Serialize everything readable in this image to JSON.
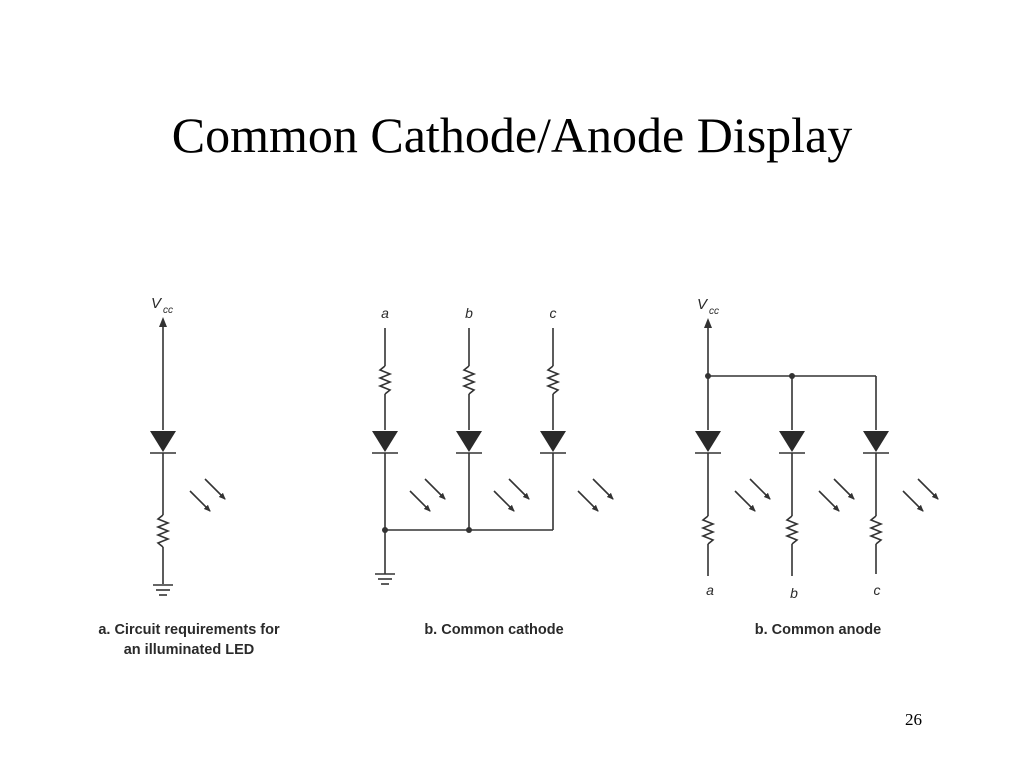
{
  "slide": {
    "title": "Common Cathode/Anode Display",
    "page_number": "26"
  },
  "panel_a": {
    "supply_label": "V",
    "supply_subscript": "cc",
    "caption_line1": "a. Circuit requirements for",
    "caption_line2": "an illuminated LED"
  },
  "panel_b": {
    "inputs": [
      "a",
      "b",
      "c"
    ],
    "caption": "b. Common cathode"
  },
  "panel_c": {
    "supply_label": "V",
    "supply_subscript": "cc",
    "outputs": [
      "a",
      "b",
      "c"
    ],
    "caption": "b. Common anode"
  },
  "colors": {
    "wire": "#333333",
    "text": "#2a2a2a",
    "title": "#000000"
  }
}
